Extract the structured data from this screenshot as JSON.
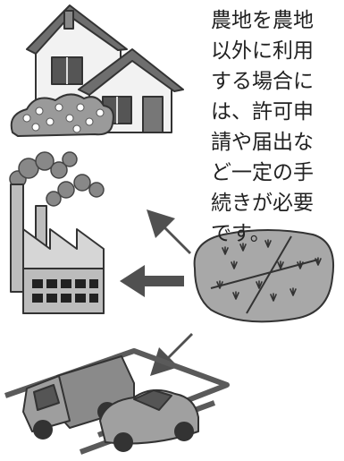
{
  "caption": {
    "lines": [
      "農地を農地",
      "以外に利用",
      "する場合に",
      "は、許可申",
      "請や届出な",
      "ど一定の手",
      "続きが必要",
      "です。"
    ]
  },
  "illustrations": {
    "house": "house-illustration",
    "factory": "factory-illustration",
    "parking": "parking-lot-illustration",
    "farmland": "farmland-illustration"
  },
  "colors": {
    "outline": "#333333",
    "roof": "#6e6e6e",
    "wall": "#f2f2f2",
    "field": "#a8a8a8",
    "arrow": "#505050"
  }
}
